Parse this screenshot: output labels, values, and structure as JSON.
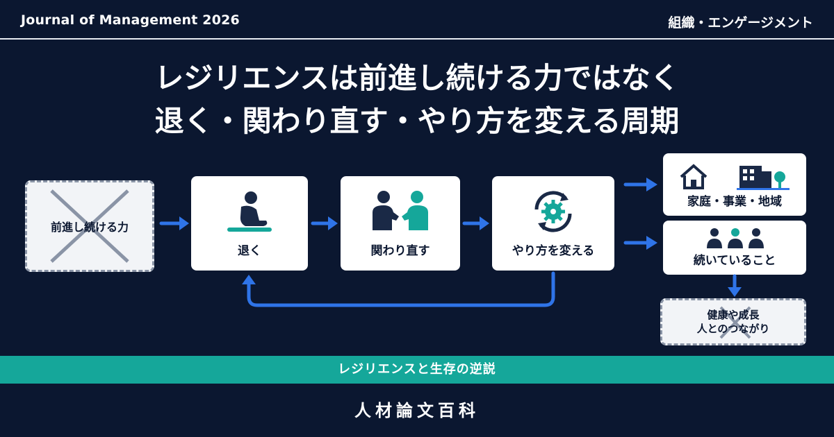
{
  "header": {
    "journal": "Journal of Management 2026",
    "category": "組織・エンゲージメント"
  },
  "title": {
    "line1": "レジリエンスは前進し続ける力ではなく",
    "line2": "退く・関わり直す・やり方を変える周期"
  },
  "flow": {
    "crossed_start": "前進し続ける力",
    "steps": [
      "退く",
      "関わり直す",
      "やり方を変える"
    ],
    "outcome_top": "家庭・事業・地域",
    "outcome_middle": "続いていること",
    "crossed_end_line1": "健康や成長",
    "crossed_end_line2": "人とのつながり"
  },
  "icons": [
    "x-mark-icon",
    "sitting-person-icon",
    "two-people-icon",
    "cycle-gear-icon",
    "house-icon",
    "building-tree-icon",
    "group-people-icon"
  ],
  "colors": {
    "background": "#0b1730",
    "arrow": "#2f74e8",
    "teal": "#15a79a",
    "navy": "#1a2946"
  },
  "band": {
    "text": "レジリエンスと生存の逆説"
  },
  "footer": {
    "text": "人材論文百科"
  }
}
